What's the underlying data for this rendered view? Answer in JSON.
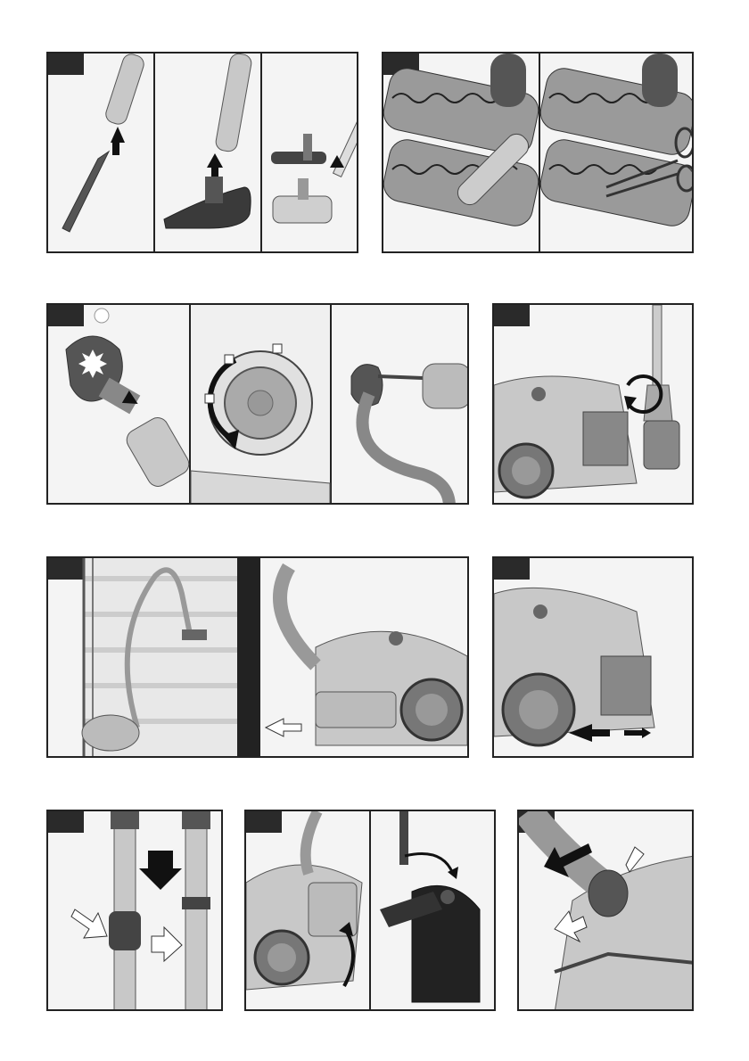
{
  "page": {
    "figures": [
      {
        "id": "attachments"
      },
      {
        "id": "brush-cleaning"
      },
      {
        "id": "suction-control"
      },
      {
        "id": "parking-position"
      },
      {
        "id": "stair-cleaning"
      },
      {
        "id": "wheel-lock"
      },
      {
        "id": "telescopic-tube"
      },
      {
        "id": "storage"
      },
      {
        "id": "hose-removal"
      }
    ],
    "colors": {
      "frame": "#222222",
      "tag": "#2a2a2a",
      "device_body": "#c8c8c8",
      "device_shadow": "#8c8c8c",
      "arrow": "#111111"
    }
  }
}
